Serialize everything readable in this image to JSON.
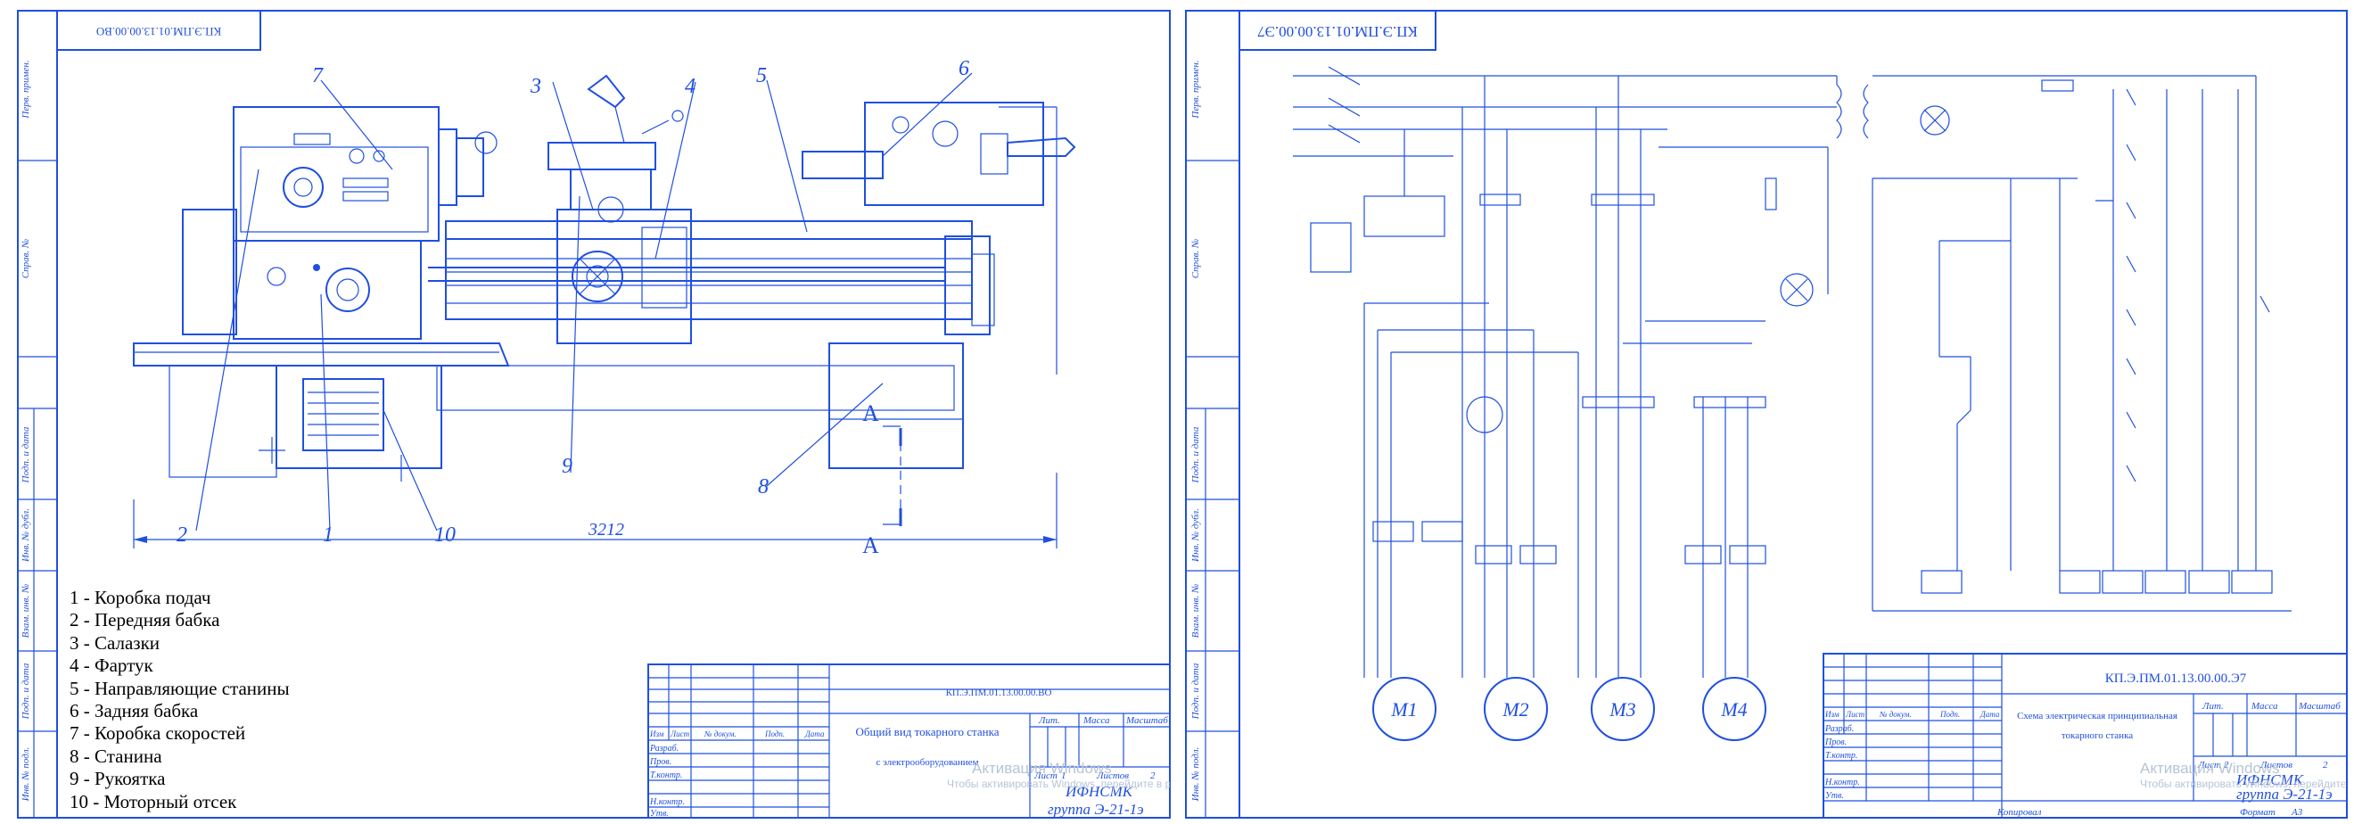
{
  "sheet1": {
    "code_rotated": "КП.Э.ПМ.01.13.00.00.ВО",
    "dimension": "3212",
    "section_mark": "A",
    "callouts": [
      "1",
      "2",
      "3",
      "4",
      "5",
      "6",
      "7",
      "8",
      "9",
      "10"
    ],
    "side_labels": [
      "Перв. примен.",
      "Справ. №",
      "Подп. и дата",
      "Инв. № дубл.",
      "Взам. инв. №",
      "Подп. и дата",
      "Инв. № подл."
    ],
    "legend": [
      "1 - Коробка подач",
      "2 - Передняя бабка",
      "3 - Салазки",
      "4 - Фартук",
      "5 - Направляющие станины",
      "6 - Задняя бабка",
      "7 - Коробка скоростей",
      "8 - Станина",
      "9 - Рукоятка",
      "10 - Моторный отсек"
    ],
    "title_block": {
      "code": "КП.Э.ПМ.01.13.00.00.ВО",
      "title_line1": "Общий вид токарного станка",
      "title_line2": "с электрооборудованием",
      "col_headers": [
        "Изм",
        "Лист",
        "№ докум.",
        "Подп.",
        "Дата"
      ],
      "rows": [
        "Разраб.",
        "Пров.",
        "Т.контр.",
        "",
        "Н.контр.",
        "Утв."
      ],
      "lit": "Лит.",
      "mass": "Масса",
      "scale": "Масштаб",
      "sheet_label": "Лист",
      "sheet_value": "1",
      "sheets_label": "Листов",
      "sheets_value": "2",
      "org": "ИФНСМК",
      "group": "группа Э-21-1э"
    },
    "watermark1": "Активация Windows",
    "watermark2": "Чтобы активировать Windows, перейдите в раздел \"Параметры\"."
  },
  "sheet2": {
    "code_rotated": "КП.Э.ПМ.01.13.00.00.Э7",
    "side_labels": [
      "Перв. примен.",
      "Справ. №",
      "Подп. и дата",
      "Инв. № дубл.",
      "Взам. инв. №",
      "Подп. и дата",
      "Инв. № подл."
    ],
    "motors": [
      "M1",
      "M2",
      "M3",
      "M4"
    ],
    "title_block": {
      "code": "КП.Э.ПМ.01.13.00.00.Э7",
      "title_line1": "Схема электрическая принципиальная",
      "title_line2": "токарного станка",
      "col_headers": [
        "Изм",
        "Лист",
        "№ докум.",
        "Подп.",
        "Дата"
      ],
      "rows": [
        "Разраб.",
        "Пров.",
        "Т.контр.",
        "",
        "Н.контр.",
        "Утв."
      ],
      "lit": "Лит.",
      "mass": "Масса",
      "scale": "Масштаб",
      "sheet_label": "Лист",
      "sheet_value": "2",
      "sheets_label": "Листов",
      "sheets_value": "2",
      "org": "ИФНСМК",
      "group": "группа Э-21-1э",
      "copied": "Копировал",
      "format": "Формат",
      "format_value": "А3"
    },
    "watermark1": "Активация Windows",
    "watermark2": "Чтобы активировать Windows, перейдите в раздел \"Параметры\"."
  }
}
